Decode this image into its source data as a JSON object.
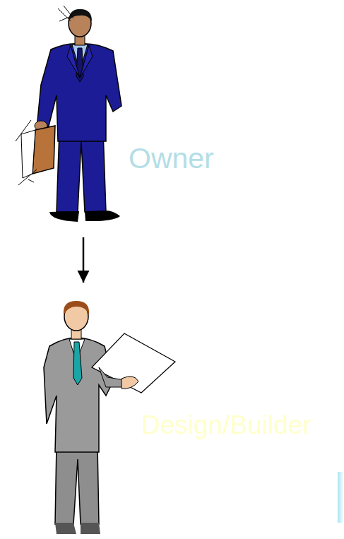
{
  "diagram": {
    "nodes": [
      {
        "text": [
          "Owner"
        ]
      },
      {
        "text": [
          "Design/Builder"
        ]
      }
    ],
    "edges": [
      {
        "from": 0,
        "to": 1,
        "arrow": "to"
      }
    ]
  }
}
